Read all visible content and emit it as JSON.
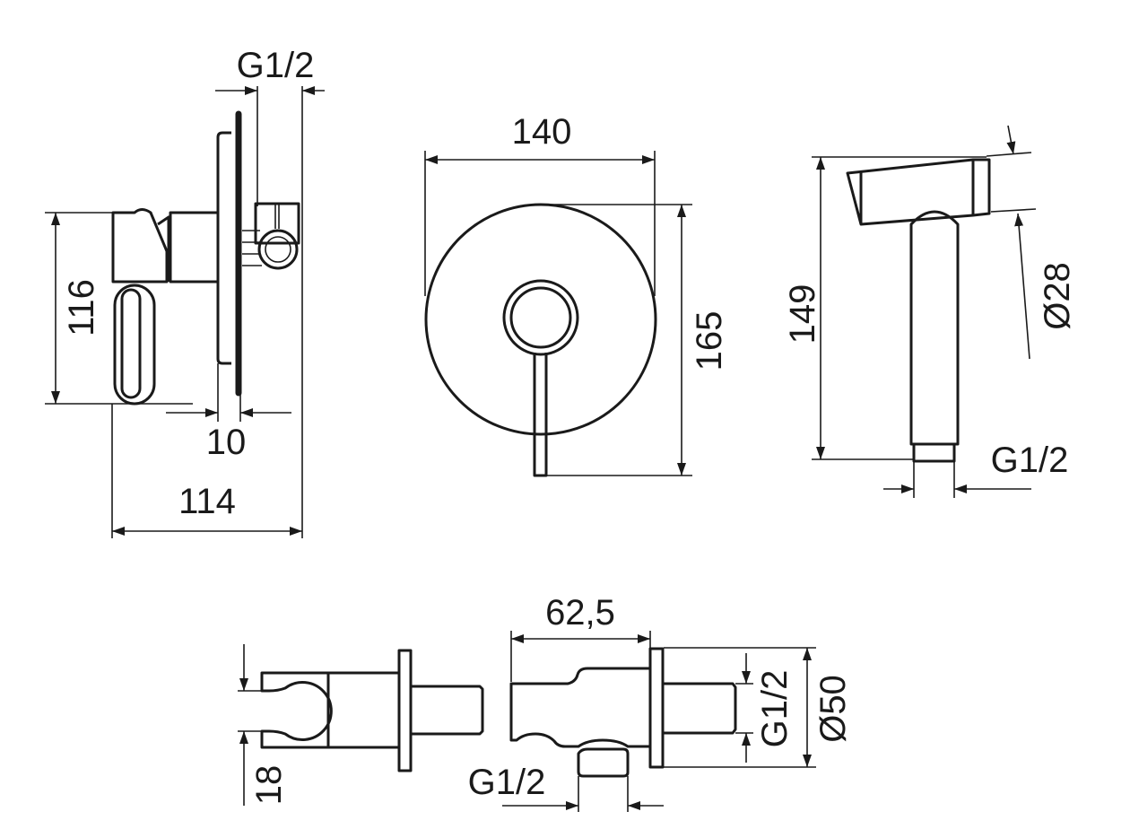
{
  "drawing": {
    "side_view": {
      "thread_label": "G1/2",
      "height_label": "116",
      "plate_label": "10",
      "depth_label": "114"
    },
    "front_view": {
      "width_label": "140",
      "height_label": "165"
    },
    "hand_shower": {
      "length_label": "149",
      "diameter_label": "Ø28",
      "thread_label": "G1/2"
    },
    "holder_side": {
      "height_label": "18"
    },
    "outlet_elbow": {
      "length_label": "62,5",
      "bottom_thread_label": "G1/2",
      "thread_label": "G1/2",
      "diameter_label": "Ø50"
    }
  }
}
